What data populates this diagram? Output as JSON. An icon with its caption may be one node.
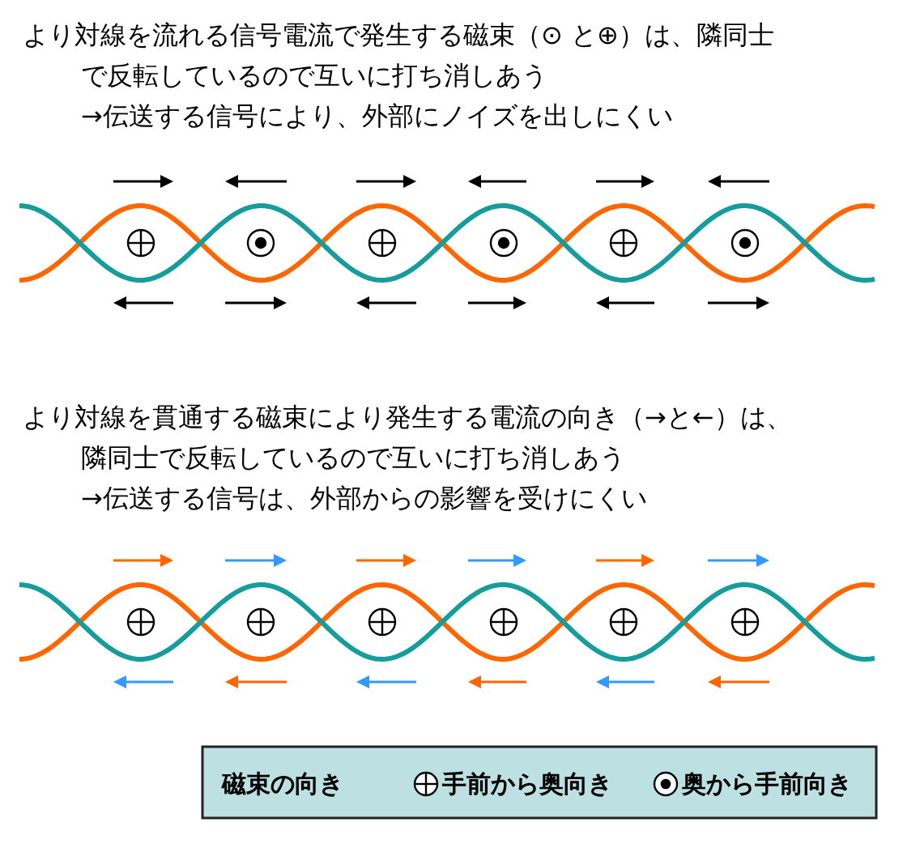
{
  "diagram": {
    "labels": [
      "より対線を流れる信号電流で発生する磁束（⊙ と⊕）は、隣同士",
      "で反転しているので互いに打ち消しあう",
      "→伝送する信号により、外部にノイズを出しにくい",
      "より対線を貫通する磁束により発生する電流の向き（→と←）は、",
      "隣同士で反転しているので互いに打ち消しあう",
      "→伝送する信号は、外部からの影響を受けにくい",
      "磁束の向き"
    ],
    "legend": [
      {
        "text": "手前から奥向き"
      },
      {
        "text": "奥から手前向き"
      }
    ]
  }
}
